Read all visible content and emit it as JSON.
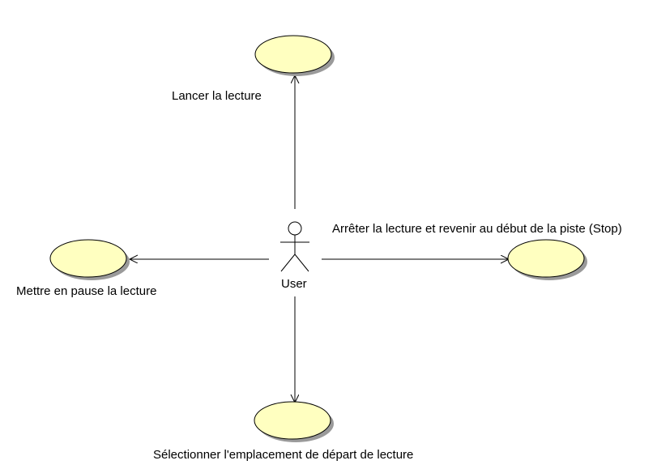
{
  "actor": {
    "name": "User"
  },
  "use_cases": [
    {
      "id": "start",
      "label": "Lancer la lecture"
    },
    {
      "id": "stop",
      "label": "Arrêter la lecture et revenir au début de la piste (Stop)"
    },
    {
      "id": "pause",
      "label": "Mettre en pause la lecture"
    },
    {
      "id": "seek",
      "label": "Sélectionner l'emplacement de départ de lecture"
    }
  ],
  "colors": {
    "use_case_fill": "#FFFFC0",
    "line": "#000000",
    "shadow": "#9A9A9A",
    "background": "#FFFFFF"
  }
}
